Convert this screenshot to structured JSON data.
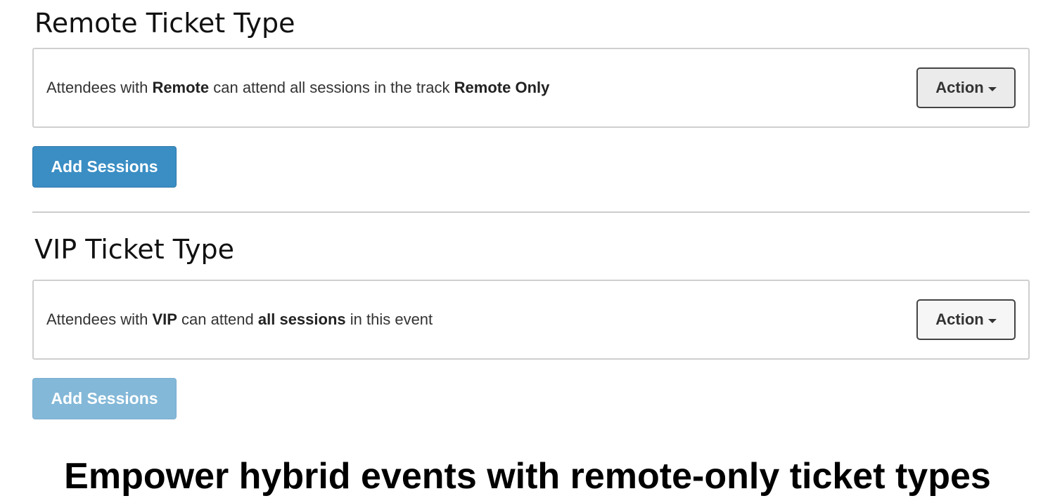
{
  "sections": [
    {
      "title": "Remote Ticket Type",
      "rule": {
        "prefix": "Attendees with ",
        "ticket": "Remote",
        "middle": " can attend all sessions in the track ",
        "target": "Remote Only",
        "suffix": ""
      },
      "action_label": "Action",
      "add_label": "Add Sessions",
      "add_enabled": true
    },
    {
      "title": "VIP Ticket Type",
      "rule": {
        "prefix": "Attendees with ",
        "ticket": "VIP",
        "middle": " can attend ",
        "target": "all sessions",
        "suffix": " in this event"
      },
      "action_label": "Action",
      "add_label": "Add Sessions",
      "add_enabled": false
    }
  ],
  "caption": "Empower hybrid events with remote-only ticket types",
  "colors": {
    "primary_button": "#3a8ec4",
    "disabled_button": "#83b8d8"
  }
}
